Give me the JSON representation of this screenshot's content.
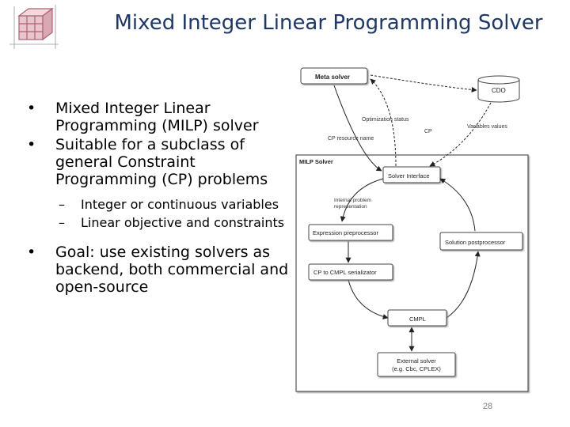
{
  "title": "Mixed Integer Linear Programming Solver",
  "bullets": [
    {
      "text": "Mixed Integer Linear Programming (MILP) solver"
    },
    {
      "text": "Suitable for a subclass of general Constraint Programming (CP) problems"
    }
  ],
  "sub_bullets": [
    {
      "text": "Integer or continuous variables"
    },
    {
      "text": "Linear objective and constraints"
    }
  ],
  "goal": "Goal: use existing solvers as backend, both commercial and open-source",
  "diagram": {
    "meta_solver": "Meta solver",
    "cdo": "CDO",
    "optimization_status": "Optimization status",
    "cp": "CP",
    "variables_values": "Variables values",
    "cp_resource_name": "CP resource name",
    "milp_solver": "MILP Solver",
    "solver_interface": "Solver Interface",
    "internal_problem_line1": "Internal problem",
    "internal_problem_line2": "representation",
    "expression_preprocessor": "Expression preprocessor",
    "solution_postprocessor": "Solution postprocessor",
    "cp_to_cmpl": "CP to CMPL serializator",
    "cmpl": "CMPL",
    "external_solver_line1": "External solver",
    "external_solver_line2": "(e.g. Cbc, CPLEX)"
  },
  "page_number": "28"
}
